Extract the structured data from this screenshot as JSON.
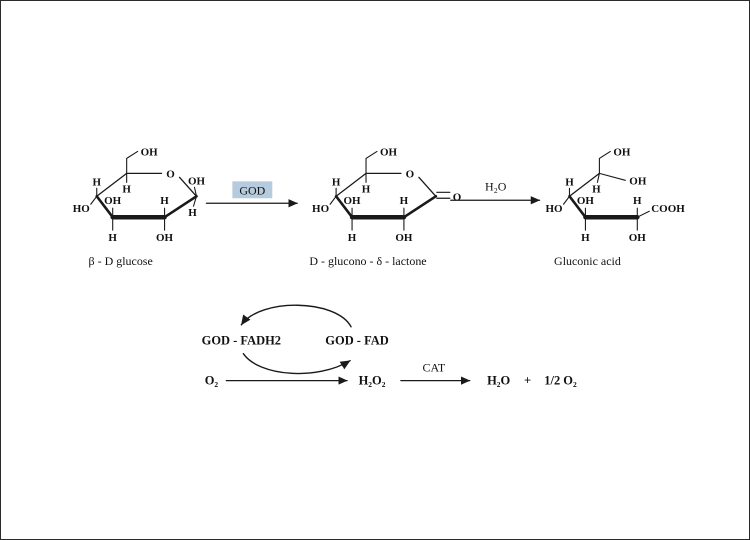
{
  "figure": {
    "type": "enzymatic-reaction-scheme",
    "top_row": {
      "glucose": {
        "caption": "β - D glucose",
        "labels": {
          "c6_oh": "OH",
          "c5_h": "H",
          "ring_o": "O",
          "c1_oh": "OH",
          "c1_h": "H",
          "c2_h": "H",
          "c2_oh": "OH",
          "c3_oh": "OH",
          "c3_h": "H",
          "c4_h": "H",
          "c4_ho": "HO"
        }
      },
      "god_step": {
        "label": "GOD",
        "highlight_color": "#b6cbdd"
      },
      "lactone": {
        "caption": "D - glucono - δ - lactone",
        "labels": {
          "c6_oh": "OH",
          "c5_h": "H",
          "ring_o": "O",
          "carbonyl_o": "O",
          "c2_h": "H",
          "c2_oh": "OH",
          "c3_oh": "OH",
          "c3_h": "H",
          "c4_h": "H",
          "c4_ho": "HO"
        }
      },
      "hydrolysis_step": {
        "label": "H₂O"
      },
      "gluconic_acid": {
        "caption": "Gluconic acid",
        "labels": {
          "c6_oh": "OH",
          "c5_oh": "OH",
          "c5_h": "H",
          "c4_h": "H",
          "c4_ho": "HO",
          "c3_oh": "OH",
          "c3_h": "H",
          "c2_h": "H",
          "c2_oh": "OH",
          "cooh": "COOH"
        }
      }
    },
    "bottom_row": {
      "god_fadh2": "GOD - FADH2",
      "god_fad": "GOD - FAD",
      "o2": "O₂",
      "h2o2": "H₂O₂",
      "cat": "CAT",
      "h2o": "H₂O",
      "plus": "+",
      "half_o2": "1/2 O₂"
    }
  }
}
